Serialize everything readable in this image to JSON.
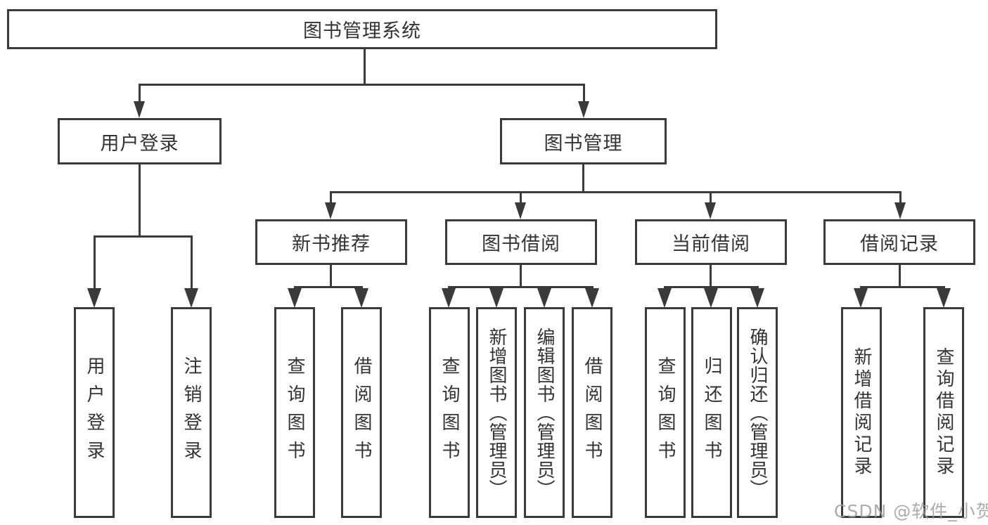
{
  "diagram": {
    "root": {
      "label": "图书管理系统"
    },
    "level2": [
      {
        "id": "user-login",
        "label": "用户登录"
      },
      {
        "id": "book-management",
        "label": "图书管理"
      }
    ],
    "level3": [
      {
        "id": "new-book-recommend",
        "label": "新书推荐"
      },
      {
        "id": "book-borrow",
        "label": "图书借阅"
      },
      {
        "id": "current-borrow",
        "label": "当前借阅"
      },
      {
        "id": "borrow-record",
        "label": "借阅记录"
      }
    ],
    "leaves": [
      {
        "group": "user-login",
        "label": "用户登录"
      },
      {
        "group": "user-login",
        "label": "注销登录"
      },
      {
        "group": "new-book-recommend",
        "label": "查询图书"
      },
      {
        "group": "new-book-recommend",
        "label": "借阅图书"
      },
      {
        "group": "book-borrow",
        "label": "查询图书"
      },
      {
        "group": "book-borrow",
        "label": "新增图书（管理员）"
      },
      {
        "group": "book-borrow",
        "label": "编辑图书（管理员）"
      },
      {
        "group": "book-borrow",
        "label": "借阅图书"
      },
      {
        "group": "current-borrow",
        "label": "查询图书"
      },
      {
        "group": "current-borrow",
        "label": "归还图书"
      },
      {
        "group": "current-borrow",
        "label": "确认归还（管理员）"
      },
      {
        "group": "borrow-record",
        "label": "新增借阅记录"
      },
      {
        "group": "borrow-record",
        "label": "查询借阅记录"
      }
    ],
    "watermark": "CSDN @软件_小贺同学",
    "colors": {
      "line": "#3a3a3a",
      "text": "#333333",
      "watermark": "#9e9e9e",
      "background": "#ffffff"
    }
  }
}
